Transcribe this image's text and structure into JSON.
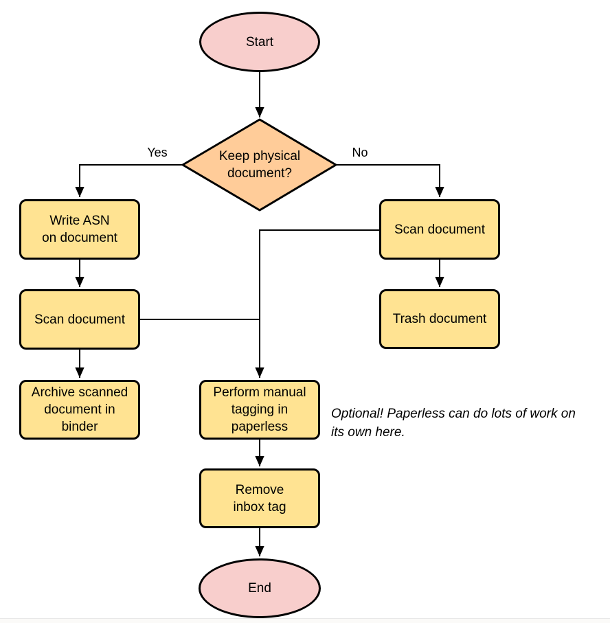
{
  "diagram": {
    "nodes": {
      "start": {
        "label": "Start",
        "shape": "ellipse"
      },
      "decision": {
        "label": "Keep physical\ndocument?",
        "shape": "diamond"
      },
      "write_asn": {
        "label": "Write ASN\non document",
        "shape": "process"
      },
      "scan_left": {
        "label": "Scan document",
        "shape": "process"
      },
      "archive": {
        "label": "Archive scanned\ndocument in\nbinder",
        "shape": "process"
      },
      "scan_right": {
        "label": "Scan document",
        "shape": "process"
      },
      "trash": {
        "label": "Trash document",
        "shape": "process"
      },
      "tagging": {
        "label": "Perform manual\ntagging in\npaperless",
        "shape": "process"
      },
      "remove_inbox": {
        "label": "Remove\ninbox tag",
        "shape": "process"
      },
      "end": {
        "label": "End",
        "shape": "ellipse"
      }
    },
    "edge_labels": {
      "yes": "Yes",
      "no": "No"
    },
    "edges": [
      {
        "from": "start",
        "to": "decision"
      },
      {
        "from": "decision",
        "to": "write_asn",
        "label": "Yes"
      },
      {
        "from": "decision",
        "to": "scan_right",
        "label": "No"
      },
      {
        "from": "write_asn",
        "to": "scan_left"
      },
      {
        "from": "scan_left",
        "to": "archive"
      },
      {
        "from": "scan_right",
        "to": "trash"
      },
      {
        "from": "scan_left",
        "to": "tagging"
      },
      {
        "from": "scan_right",
        "to": "tagging"
      },
      {
        "from": "tagging",
        "to": "remove_inbox"
      },
      {
        "from": "remove_inbox",
        "to": "end"
      }
    ],
    "annotation": "Optional! Paperless can do lots of work on\nits own here.",
    "colors": {
      "terminal_fill": "#f8cecc",
      "decision_fill": "#ffcc99",
      "process_fill": "#ffe392",
      "stroke": "#000000",
      "background": "#ffffff"
    }
  }
}
